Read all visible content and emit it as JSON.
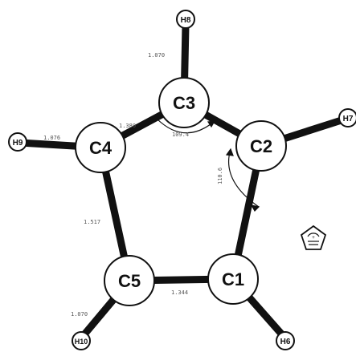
{
  "atoms": {
    "C1": "C1",
    "C2": "C2",
    "C3": "C3",
    "C4": "C4",
    "C5": "C5"
  },
  "hydrogens": {
    "H6": "H6",
    "H7": "H7",
    "H8": "H8",
    "H9": "H9",
    "H10": "H10"
  },
  "bond_lengths": {
    "c3_h8": "1.070",
    "c4_h9": "1.076",
    "c3_c4": "1.380",
    "c4_c5": "1.517",
    "c5_c1": "1.344",
    "c5_h10": "1.070"
  },
  "angles": {
    "c4_c3_c2": "109.4",
    "c3_c2_c1": "110.6"
  },
  "colors": {
    "bond": "#111111",
    "atom_fill": "#ffffff",
    "atom_stroke": "#111111"
  },
  "inset_icon": "cyclopentadienyl-cation-icon"
}
